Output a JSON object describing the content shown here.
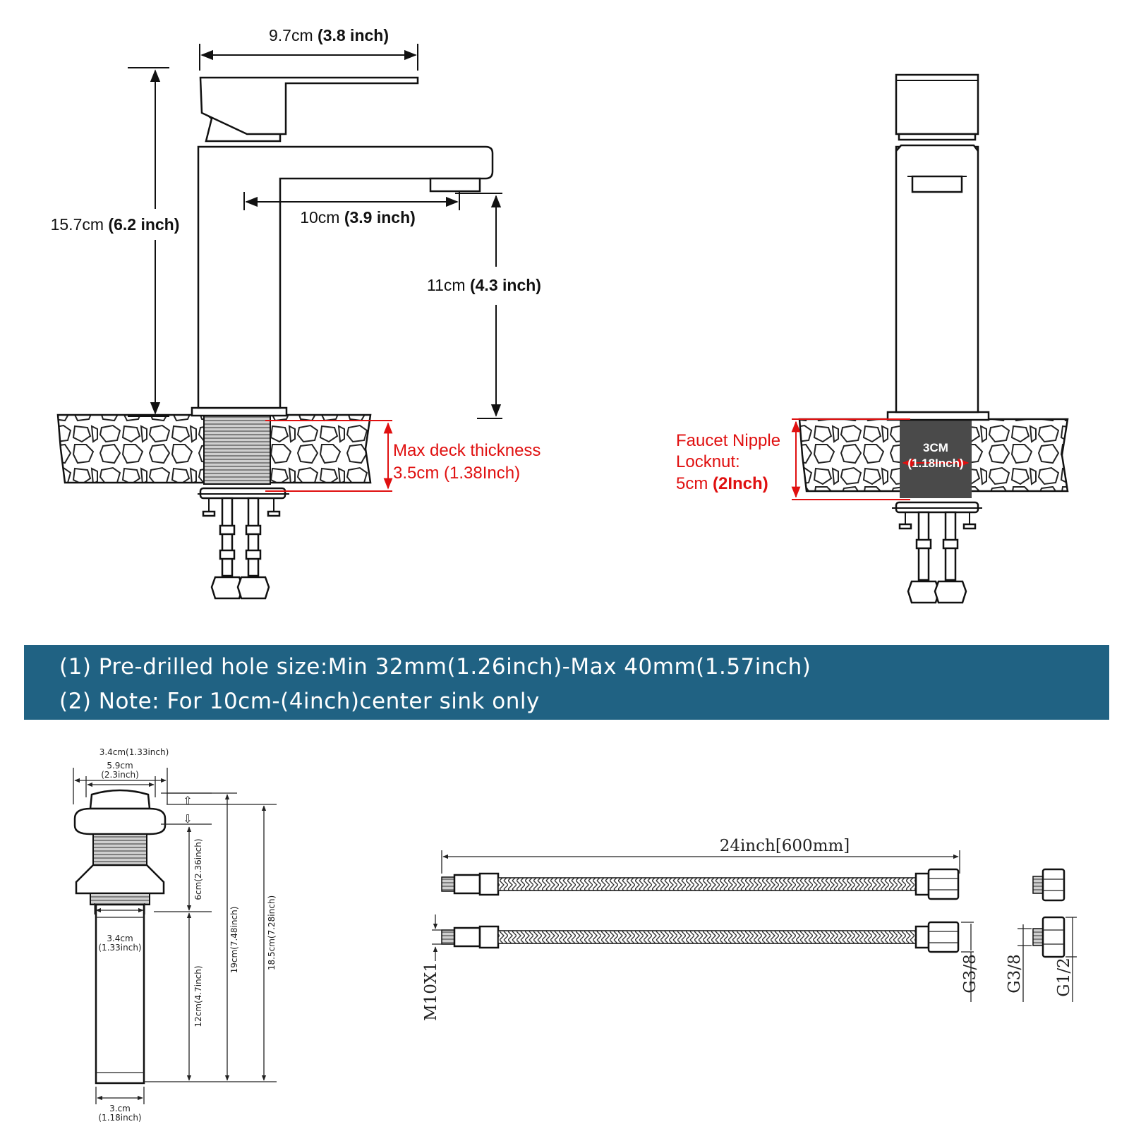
{
  "dimensions": {
    "handle_width": {
      "value": "9.7cm",
      "inch": "(3.8 inch)"
    },
    "total_height": {
      "value": "15.7cm",
      "inch": "(6.2 inch)"
    },
    "spout_reach": {
      "value": "10cm",
      "inch": "(3.9 inch)"
    },
    "spout_height": {
      "value": "11cm",
      "inch": "(4.3 inch)"
    },
    "deck_thickness": {
      "line1": "Max deck thickness",
      "line2": "3.5cm (1.38Inch)"
    },
    "nipple": {
      "line1": "Faucet Nipple",
      "line2": "Locknut:",
      "line3_a": "5cm ",
      "line3_b": "(2Inch)"
    },
    "nipple_width": {
      "value": "3CM",
      "inch": "(1.18Inch)"
    }
  },
  "banner": {
    "line1": "(1) Pre-drilled hole size:Min 32mm(1.26inch)-Max 40mm(1.57inch)",
    "line2": "(2) Note: For 10cm-(4inch)center sink only",
    "color": "#206283"
  },
  "drain": {
    "top_outer": "3.4cm(1.33inch)",
    "top_inner_1": "5.9cm",
    "top_inner_2": "(2.3inch)",
    "mid_1": "3.4cm",
    "mid_2": "(1.33inch)",
    "bottom_1": "3.cm",
    "bottom_2": "(1.18inch)",
    "h_6cm": "6cm(2.36inch)",
    "h_12cm": "12cm(4.7inch)",
    "h_19cm": "19cm(7.48inch)",
    "h_18_5cm": "18.5cm(7.28inch)"
  },
  "hose": {
    "length": "24inch[600mm]",
    "thread_m10": "M10X1",
    "thread_g38_a": "G3/8",
    "thread_g38_b": "G3/8",
    "thread_g12": "G1/2"
  },
  "colors": {
    "accent_red": "#e01010",
    "banner_blue": "#206283",
    "nipple_fill": "#4a4a4a"
  }
}
